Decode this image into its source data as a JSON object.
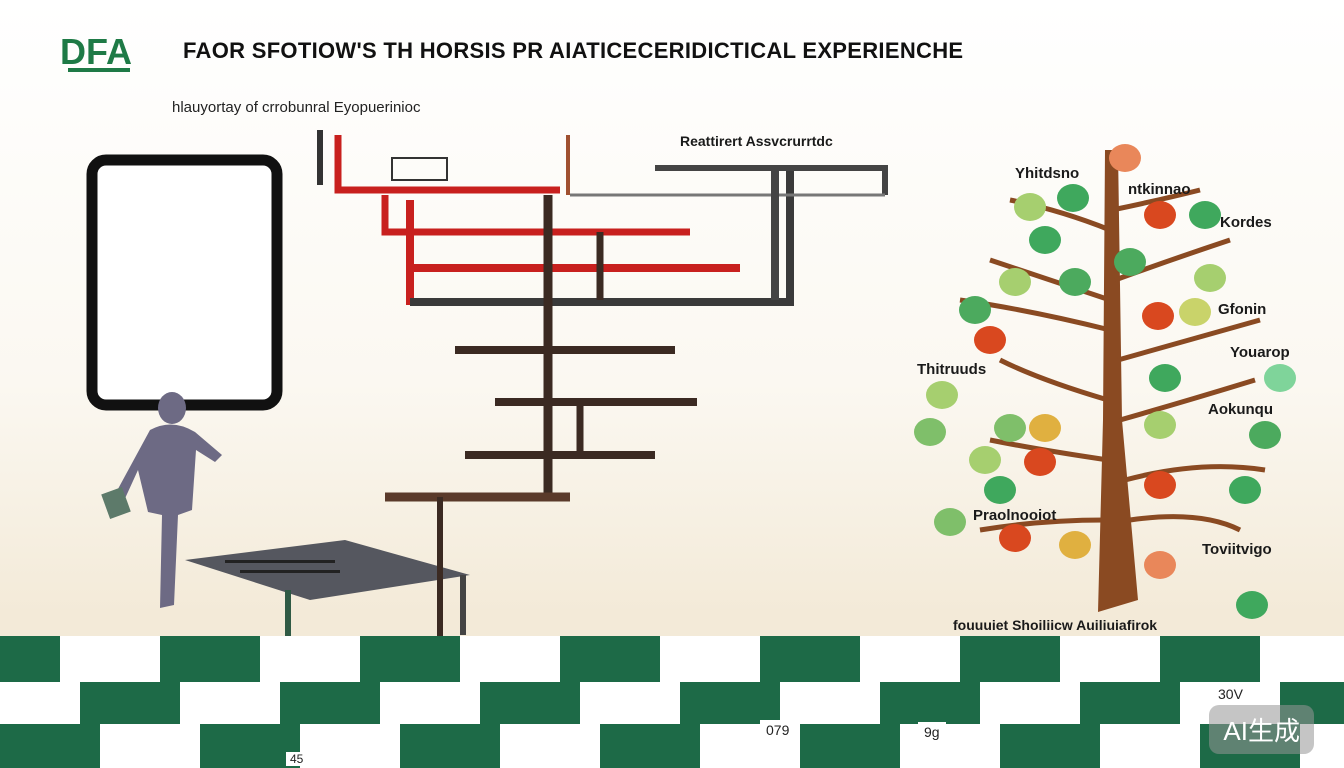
{
  "logo": {
    "text": "DFA",
    "color": "#1e7a46"
  },
  "header": {
    "title": "FAOR SFOTIOW'S TH HORSIS PR AIATICECERIDICTICAL EXPERIENCHE",
    "subtitle": "hlauyortay of crrobunral Eyopuerinioc"
  },
  "diagram": {
    "label": "Reattirert Assvcrurrtdc",
    "colors": {
      "red": "#c8201e",
      "dark": "#3b2a22",
      "grey": "#444444"
    }
  },
  "tree": {
    "labels": [
      "Yhitdsno",
      "ntkinnao",
      "Kordes",
      "Gfonin",
      "Youarop",
      "Thitruuds",
      "Aokunqu",
      "Praolnooiot",
      "Toviitvigo"
    ],
    "caption": "fouuuiet Shoiliicw Auiliuiafirok",
    "colors": {
      "trunk": "#8a4a22",
      "leaf": "#4caa5e",
      "fruit": "#d9481f"
    }
  },
  "floor": {
    "tiles": [
      "30V",
      "079",
      "9g",
      "45"
    ],
    "colors": {
      "green": "#1d6a47",
      "white": "#ffffff"
    }
  },
  "watermark": "AI生成"
}
